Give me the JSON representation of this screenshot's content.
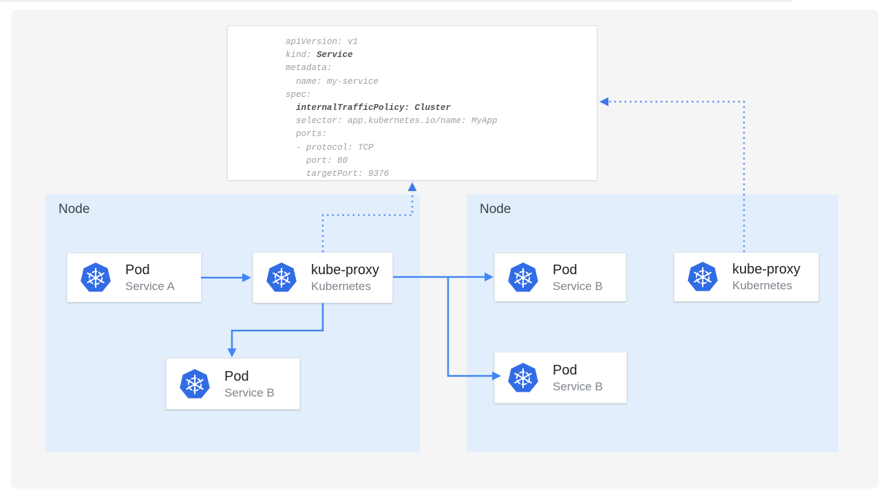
{
  "yaml": {
    "l1": "apiVersion: v1",
    "l2a": "kind: ",
    "l2b": "Service",
    "l3": "metadata:",
    "l4": "  name: my-service",
    "l5": "spec:",
    "l6": "  internalTrafficPolicy: Cluster",
    "l7": "  selector: app.kubernetes.io/name: MyApp",
    "l8": "  ports:",
    "l9": "  - protocol: TCP",
    "l10": "    port: 80",
    "l11": "    targetPort: 9376"
  },
  "nodes": [
    {
      "label": "Node",
      "cards": [
        {
          "title": "Pod",
          "subtitle": "Service A"
        },
        {
          "title": "kube-proxy",
          "subtitle": "Kubernetes"
        },
        {
          "title": "Pod",
          "subtitle": "Service B"
        }
      ]
    },
    {
      "label": "Node",
      "cards": [
        {
          "title": "Pod",
          "subtitle": "Service B"
        },
        {
          "title": "Pod",
          "subtitle": "Service B"
        },
        {
          "title": "kube-proxy",
          "subtitle": "Kubernetes"
        }
      ]
    }
  ],
  "colors": {
    "arrow_blue": "#4285f4",
    "dotted_blue": "#5b94f5",
    "kubernetes_blue": "#326ce5",
    "node_background": "#e2eefb",
    "panel_background": "#f5f5f5"
  }
}
